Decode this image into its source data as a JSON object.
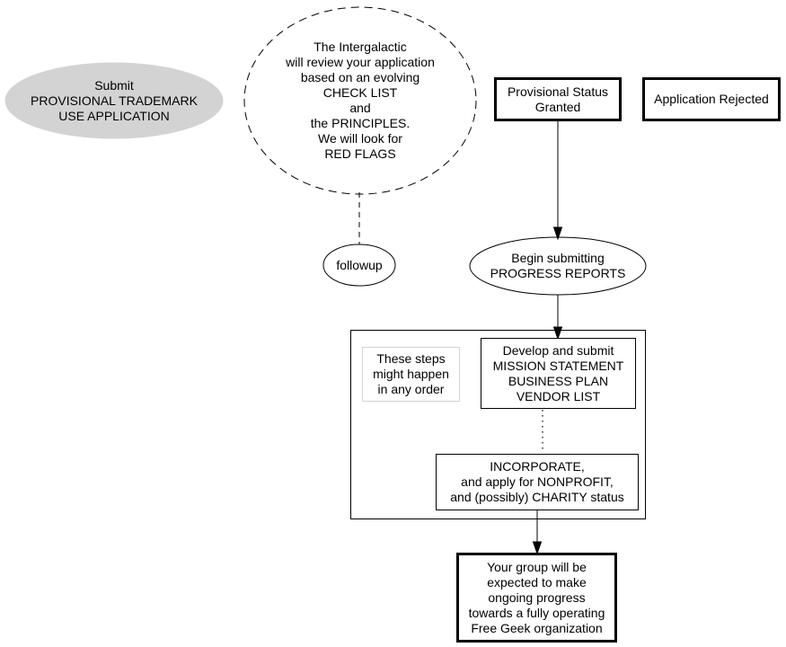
{
  "diagram": {
    "type": "flowchart",
    "background_color": "#ffffff",
    "line_color": "#000000",
    "gray_fill_color": "#d3d3d3",
    "light_border_color": "#d3d3d3",
    "nodes": {
      "submit": {
        "shape": "ellipse-filled-gray",
        "text": "Submit\nPROVISIONAL TRADEMARK\nUSE APPLICATION"
      },
      "review": {
        "shape": "ellipse-dashed",
        "text": "The Intergalactic\nwill review your application\nbased on an evolving\nCHECK LIST\nand\nthe PRINCIPLES.\nWe will look for\nRED FLAGS"
      },
      "followup": {
        "shape": "ellipse",
        "text": "followup"
      },
      "provisional_status": {
        "shape": "box-bold",
        "text": "Provisional Status\nGranted"
      },
      "application_rejected": {
        "shape": "box-bold",
        "text": "Application Rejected"
      },
      "progress_reports": {
        "shape": "ellipse",
        "text": "Begin submitting\nPROGRESS REPORTS"
      },
      "cluster_note": {
        "shape": "box-light-border",
        "text": "These steps\nmight happen\nin any order"
      },
      "develop": {
        "shape": "box",
        "text": "Develop and submit\nMISSION STATEMENT\nBUSINESS PLAN\nVENDOR LIST"
      },
      "incorporate": {
        "shape": "box",
        "text": "INCORPORATE,\nand apply for NONPROFIT,\nand (possibly) CHARITY status"
      },
      "final": {
        "shape": "box-bold",
        "text": "Your group will be\nexpected to make\nongoing progress\ntowards a fully operating\nFree Geek organization"
      }
    },
    "edges": [
      {
        "from": "review",
        "to": "followup",
        "style": "dashed",
        "arrowhead": false
      },
      {
        "from": "provisional_status",
        "to": "progress_reports",
        "style": "solid",
        "arrowhead": true
      },
      {
        "from": "progress_reports",
        "to": "develop",
        "style": "solid",
        "arrowhead": true
      },
      {
        "from": "develop",
        "to": "incorporate",
        "style": "dotted",
        "arrowhead": false
      },
      {
        "from": "incorporate",
        "to": "final",
        "style": "solid",
        "arrowhead": true
      }
    ]
  }
}
